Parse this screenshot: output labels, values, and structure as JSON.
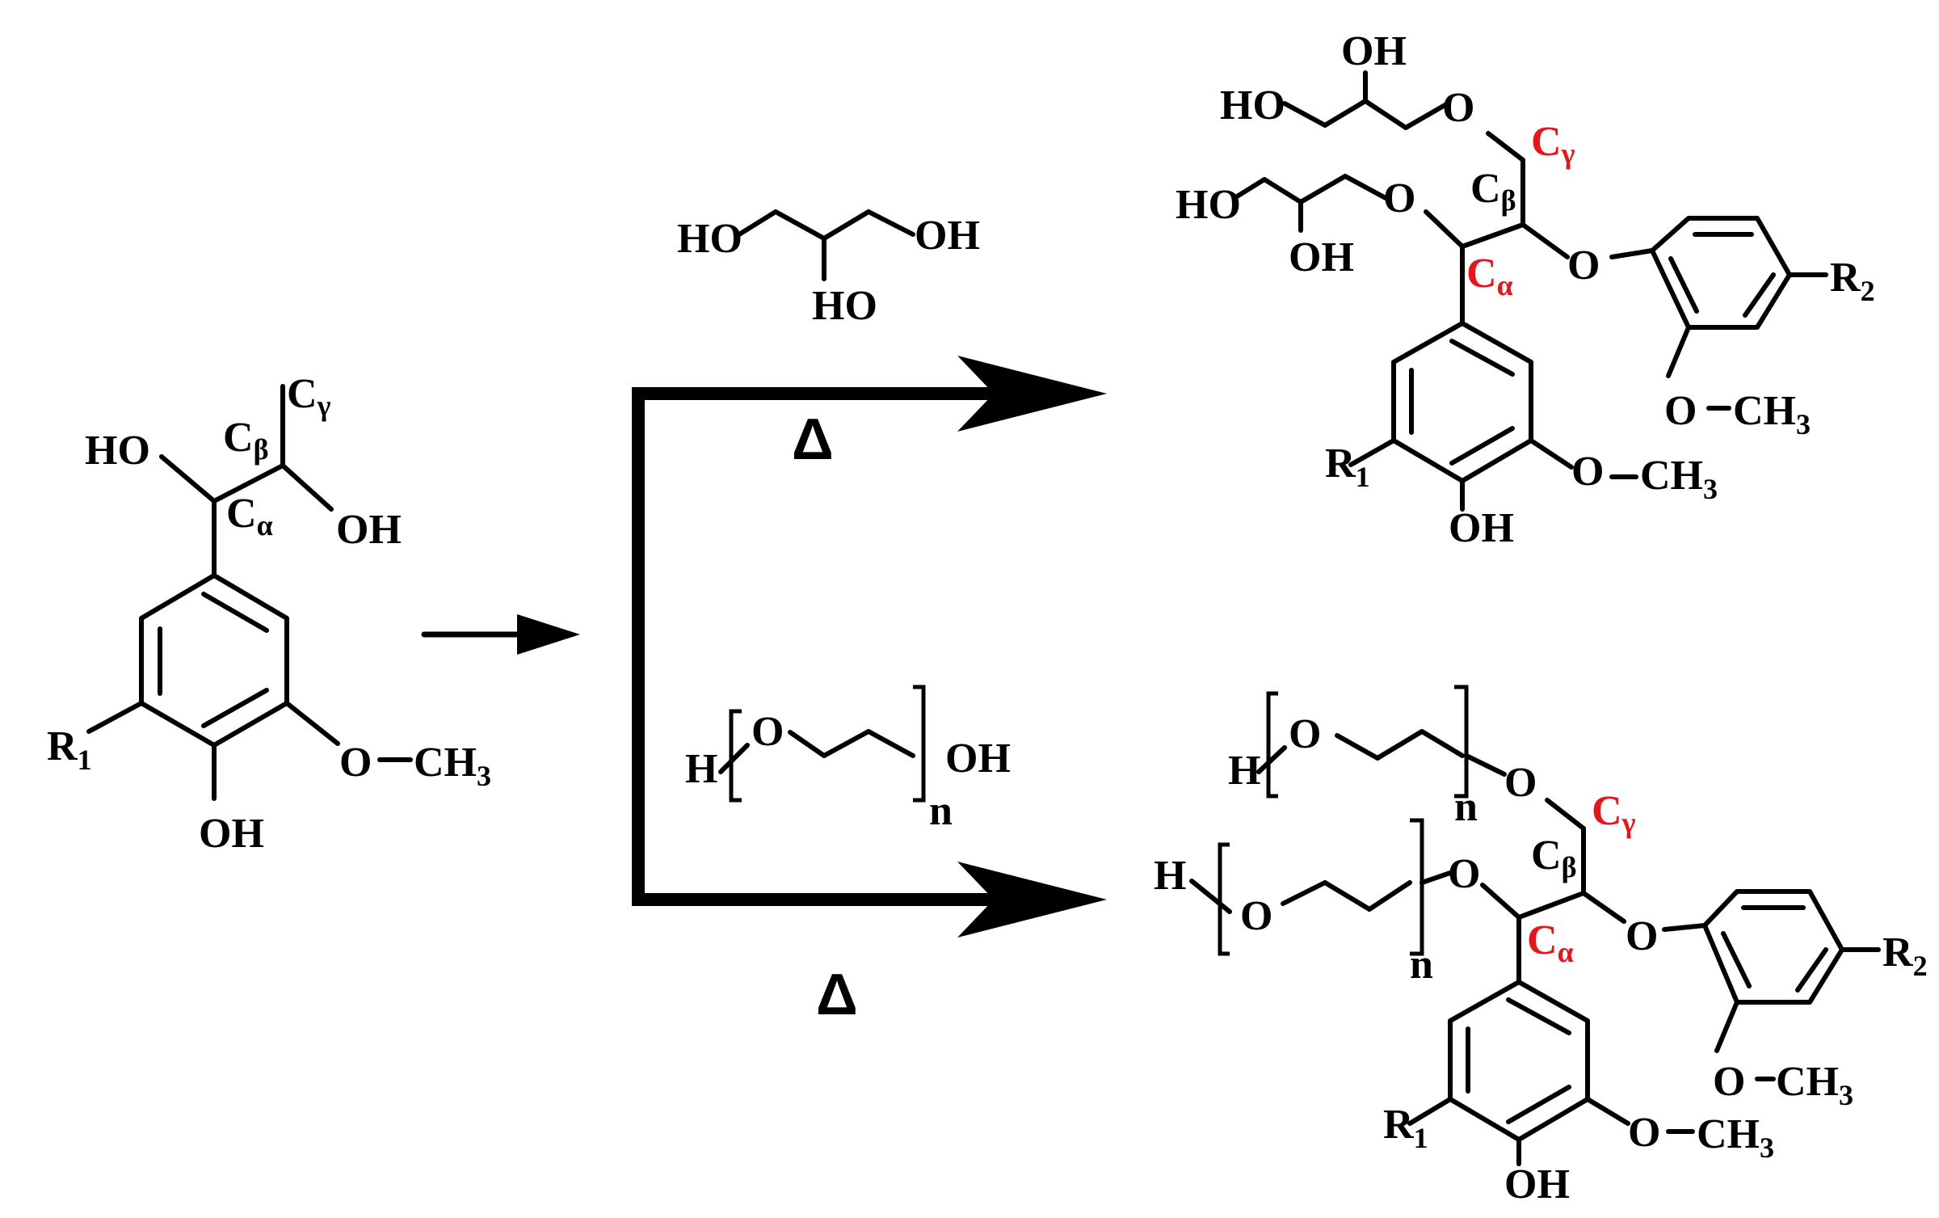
{
  "colors": {
    "ink": "#000000",
    "highlight": "#e8141b"
  },
  "lignin": {
    "ho": "HO",
    "oh": "OH",
    "c": "C",
    "alpha": "α",
    "beta": "β",
    "gamma": "γ",
    "r": "R",
    "r_sub1": "1",
    "r_sub2": "2",
    "o": "O",
    "ch": "CH",
    "three": "3",
    "h": "H",
    "n": "n"
  },
  "reagents": {
    "glycerol": {
      "ho_left": "HO",
      "oh_right": "OH",
      "ho_bottom": "HO"
    },
    "peg": {
      "h": "H",
      "o": "O",
      "oh": "OH",
      "n": "n"
    }
  },
  "conditions": {
    "heat_top": "Δ",
    "heat_bottom": "Δ"
  }
}
